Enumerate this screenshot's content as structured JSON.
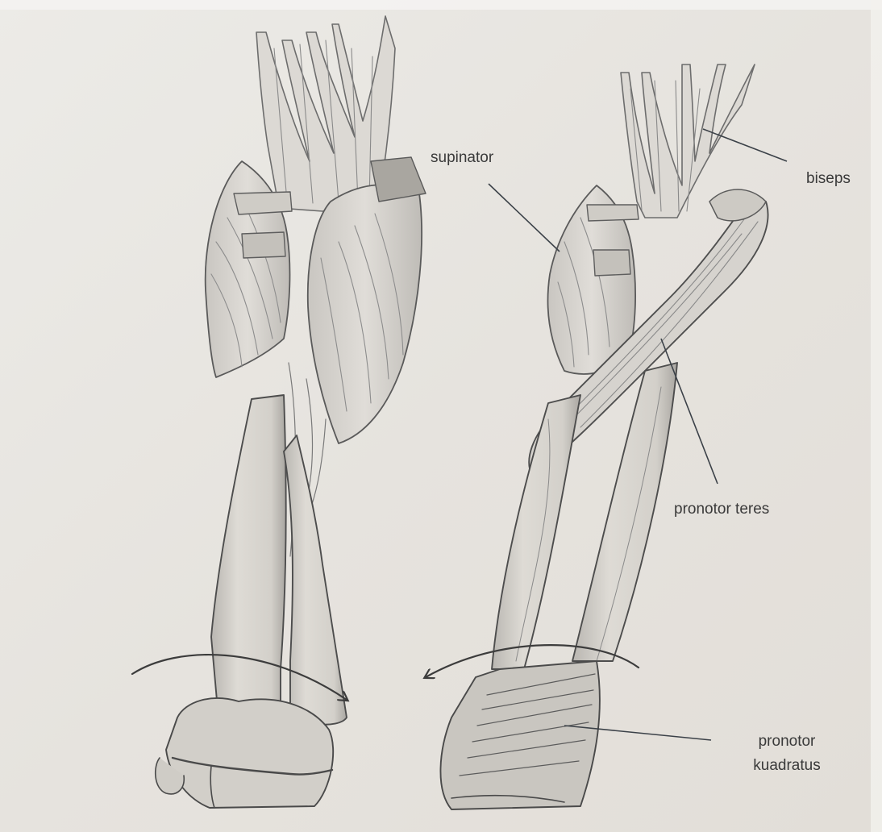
{
  "labels": {
    "supinator": "supinator",
    "biseps": "biseps",
    "pronotor_teres": "pronotor teres",
    "pronotor_kuadratus_line1": "pronotor",
    "pronotor_kuadratus_line2": "kuadratus"
  },
  "colors": {
    "paper": "#e9e6e1",
    "paper_edge": "#dedad4",
    "pencil_dark": "#4a4a4a",
    "pencil_mid": "#7a7a7a",
    "pencil_light": "#a8a8a8",
    "shade": "#bdbab5",
    "leader_line": "#3b4148"
  }
}
